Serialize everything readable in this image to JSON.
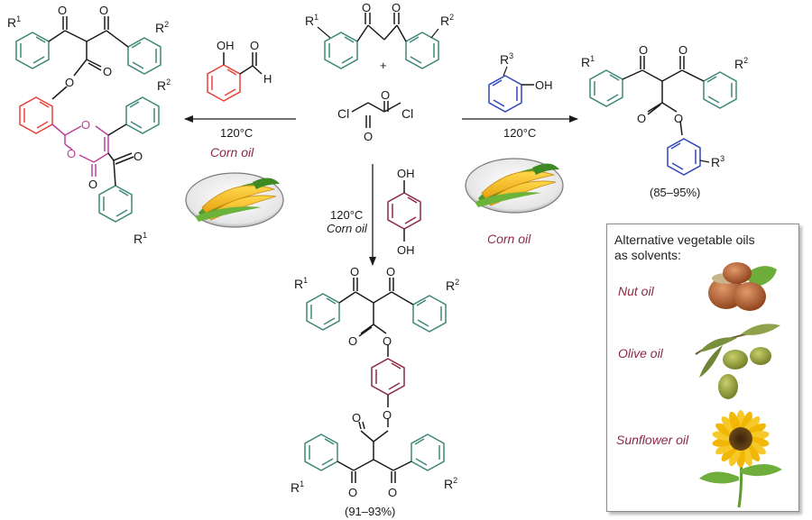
{
  "colors": {
    "teal": "#3e8878",
    "red": "#e8433a",
    "magenta": "#b8439a",
    "blue": "#2f47b8",
    "maroon": "#8a2b45",
    "black": "#1a1a1a"
  },
  "labels": {
    "R1": "R",
    "R1sup": "1",
    "R2": "R",
    "R2sup": "2",
    "R3": "R",
    "R3sup": "3",
    "O": "O",
    "OH": "OH",
    "H": "H",
    "Cl": "Cl",
    "plus": "+"
  },
  "conditions": {
    "left_temp": "120°C",
    "left_solvent": "Corn oil",
    "down_temp": "120°C",
    "down_solvent": "Corn oil",
    "right_temp": "120°C",
    "right_solvent": "Corn oil"
  },
  "yields": {
    "right_product": "(85–95%)",
    "bottom_product": "(91–93%)"
  },
  "panel": {
    "title_line1": "Alternative vegetable oils",
    "title_line2": "as solvents:",
    "items": [
      {
        "label": "Nut oil",
        "icon": "hazelnut-icon"
      },
      {
        "label": "Olive oil",
        "icon": "olive-icon"
      },
      {
        "label": "Sunflower oil",
        "icon": "sunflower-icon"
      }
    ]
  },
  "icons": {
    "corn_plate": "corn-on-plate-icon"
  }
}
